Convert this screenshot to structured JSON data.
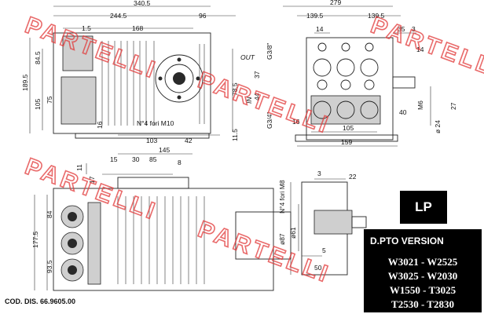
{
  "watermark": "PARTELLI",
  "badge": "LP",
  "version": {
    "title": "D.PTO VERSION",
    "models": [
      "W3021 - W2525",
      "W3025 - W2030",
      "W1550 - T3025",
      "T2530 - T2830"
    ]
  },
  "code": "COD. DIS. 66.9605.00",
  "dims_top": {
    "d340": "340.5",
    "d244": "244.5",
    "d96": "96",
    "d15": "1.5",
    "d168": "168",
    "d84": "84.5",
    "d189": "189.5",
    "d105": "105",
    "d75": "75",
    "d16": "16",
    "d103": "103",
    "d42": "42",
    "d145": "145",
    "d785": "78.5",
    "d115": "11.5",
    "holes": "N°4 fori M10"
  },
  "dims_right": {
    "d279": "279",
    "d1395a": "139.5",
    "d1395b": "139.5",
    "d14a": "14",
    "d35": "35",
    "d3": "3",
    "d14b": "14",
    "g38": "G3/8\"",
    "out": "OUT",
    "in": "IN",
    "d37": "37",
    "d44": "44",
    "g34": "G3/4\"",
    "m6": "M6",
    "d40": "40",
    "d16": "16",
    "d105": "105",
    "d159": "159",
    "phi24": "ø 24",
    "d27": "27"
  },
  "dims_bottom": {
    "d11": "11",
    "d17": "17",
    "d15": "15",
    "d30": "30",
    "d85": "85",
    "d8": "8",
    "d84": "84",
    "d1775": "177.5",
    "d935": "93.5",
    "holes": "N°4 fori M8",
    "d3": "3",
    "d22": "22",
    "phi87": "ø87",
    "phi61": "ø61",
    "d5": "5",
    "d50": "50"
  }
}
